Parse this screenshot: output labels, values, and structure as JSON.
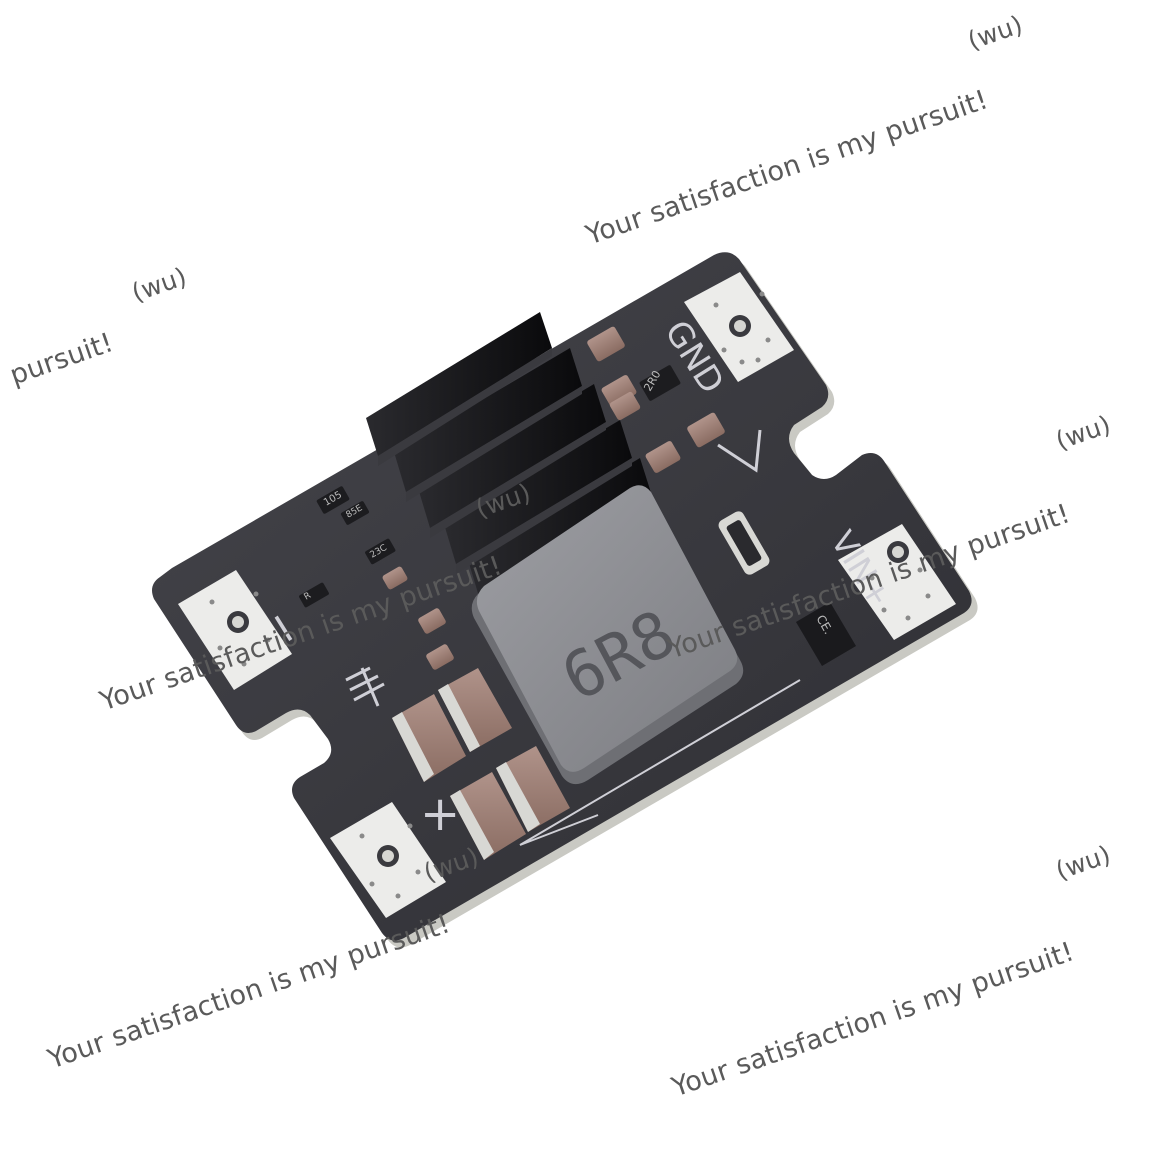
{
  "watermark": {
    "slogan": "Your satisfaction is my pursuit!",
    "partial_slogan": "pursuit!",
    "suffix": "(wu)"
  },
  "board": {
    "pad_labels": {
      "ground": "GND",
      "input_positive": "VIN+",
      "output_minus": "−",
      "output_plus": "+"
    },
    "inductor_marking": "6R8",
    "resistor_marking": "2R0",
    "chip_marking": "CE.",
    "small_markings": [
      "105",
      "85E",
      "23C",
      "R"
    ]
  },
  "colors": {
    "background": "#ffffff",
    "pcb": "#3a3a3f",
    "pcb_edge": "#c9c9c3",
    "heatsink": "#121214",
    "inductor": "#8f9095",
    "capacitor": "#9b7d70",
    "pad": "#ececea",
    "watermark": "#5a5a5a"
  }
}
